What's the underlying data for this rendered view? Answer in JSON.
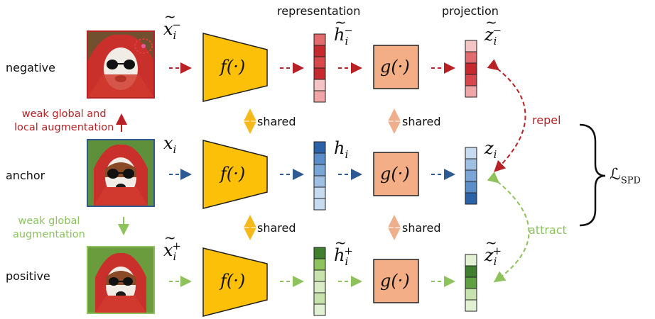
{
  "headers": {
    "representation": "representation",
    "projection": "projection"
  },
  "rows": {
    "negative": {
      "label": "negative",
      "input_var": "x",
      "input_mark": "−",
      "rep_var": "h",
      "rep_mark": "−",
      "proj_var": "z",
      "proj_mark": "−",
      "subscript": "i"
    },
    "anchor": {
      "label": "anchor",
      "input_var": "x",
      "rep_var": "h",
      "proj_var": "z",
      "subscript": "i"
    },
    "positive": {
      "label": "positive",
      "input_var": "x",
      "input_mark": "+",
      "rep_var": "h",
      "rep_mark": "+",
      "proj_var": "z",
      "proj_mark": "+",
      "subscript": "i"
    }
  },
  "augmentations": {
    "local_line1": "weak global and",
    "local_line2": "local augmentation",
    "global_line1": "weak global",
    "global_line2": "augmentation"
  },
  "encoder_label": "f(·)",
  "projector_label": "g(·)",
  "shared_label": "shared",
  "repel_label": "repel",
  "attract_label": "attract",
  "loss_label": "ℒ",
  "loss_subscript": "SPD",
  "colors": {
    "negative": "#b82126",
    "anchor": "#2e5a93",
    "positive": "#8dc25d",
    "encoder": "#fcc008",
    "projector": "#f3ae86",
    "shared_arrow_encoder": "#f5b91b",
    "shared_arrow_projector": "#eeb08c"
  },
  "vector_cells": {
    "neg_h": [
      "#e16b6f",
      "#c62a2f",
      "#d8474b",
      "#c62a2f",
      "#f4c4c5",
      "#f0a5a8"
    ],
    "anc_h": [
      "#2c62a8",
      "#5b8dc8",
      "#7aa5d6",
      "#9fbfe3",
      "#c6daf0",
      "#c6daf0"
    ],
    "pos_h": [
      "#3f7f2e",
      "#8dc25d",
      "#c7e2ad",
      "#d9ecc6",
      "#c7e2ad",
      "#e2f1d3"
    ],
    "neg_z": [
      "#f4c4c5",
      "#e16b6f",
      "#c62a2f",
      "#d8474b",
      "#f0a5a8"
    ],
    "anc_z": [
      "#c6daf0",
      "#9fbfe3",
      "#7aa5d6",
      "#5b8dc8",
      "#2c62a8"
    ],
    "pos_z": [
      "#e2f1d3",
      "#3f7f2e",
      "#5fa040",
      "#c7e2ad",
      "#e2f1d3"
    ]
  }
}
